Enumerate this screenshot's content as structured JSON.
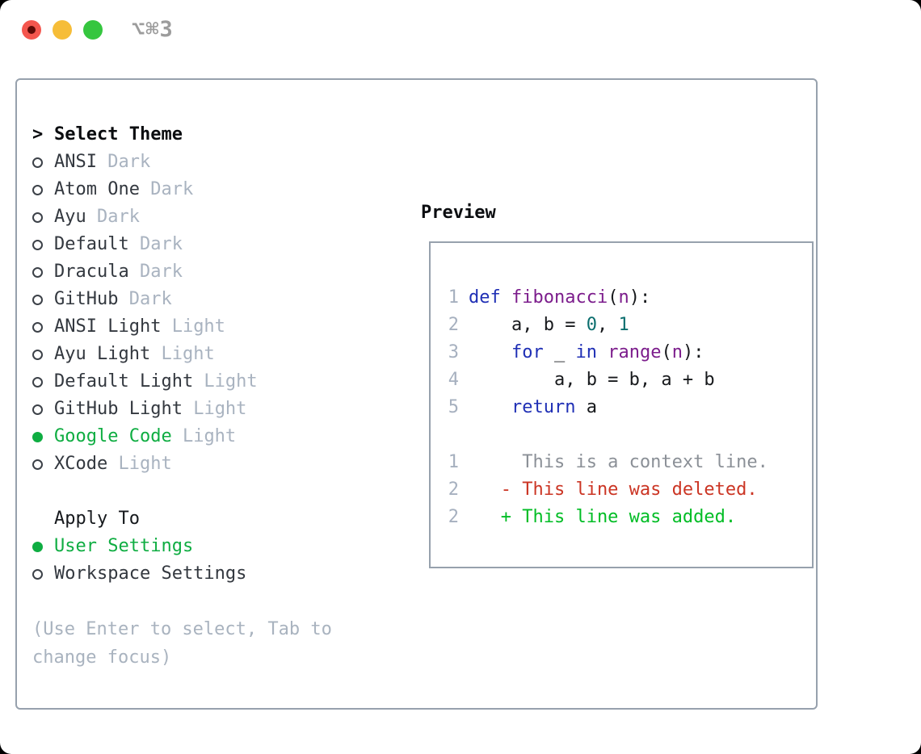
{
  "window": {
    "title_shortcut": "⌥⌘3"
  },
  "colors": {
    "frame": "#97a1ad",
    "accent_green": "#0fad42",
    "text_dark": "#33383f",
    "muted": "#a9b3c0",
    "hint": "#a9b3bf",
    "title_gray": "#9c9c9c",
    "circle_stroke": "#3c4148",
    "lineno": "#a6b0bf",
    "syn_keyword": "#1f2fb5",
    "syn_name": "#7c1d8c",
    "syn_literal": "#0b6e6e",
    "syn_plain": "#17191c",
    "diff_context": "#8b9097",
    "diff_deleted": "#cb3524",
    "diff_added": "#00bd25",
    "tl_red": "#f4564e",
    "tl_red_dot": "#5f0a06",
    "tl_yellow": "#f6bd38",
    "tl_green": "#35c63f"
  },
  "theme_panel": {
    "header_marker": ">",
    "header_label": "Select Theme",
    "themes": [
      {
        "name": "ANSI",
        "variant": "Dark",
        "selected": false
      },
      {
        "name": "Atom One",
        "variant": "Dark",
        "selected": false
      },
      {
        "name": "Ayu",
        "variant": "Dark",
        "selected": false
      },
      {
        "name": "Default",
        "variant": "Dark",
        "selected": false
      },
      {
        "name": "Dracula",
        "variant": "Dark",
        "selected": false
      },
      {
        "name": "GitHub",
        "variant": "Dark",
        "selected": false
      },
      {
        "name": "ANSI Light",
        "variant": "Light",
        "selected": false
      },
      {
        "name": "Ayu Light",
        "variant": "Light",
        "selected": false
      },
      {
        "name": "Default Light",
        "variant": "Light",
        "selected": false
      },
      {
        "name": "GitHub Light",
        "variant": "Light",
        "selected": false
      },
      {
        "name": "Google Code",
        "variant": "Light",
        "selected": true
      },
      {
        "name": "XCode",
        "variant": "Light",
        "selected": false
      }
    ],
    "apply_to_label": "Apply To",
    "apply_to_options": [
      {
        "label": "User Settings",
        "selected": true
      },
      {
        "label": "Workspace Settings",
        "selected": false
      }
    ],
    "hint_lines": [
      "(Use Enter to select, Tab to",
      "change focus)"
    ]
  },
  "preview": {
    "label": "Preview",
    "code_lines": [
      {
        "num": "1",
        "tokens": [
          {
            "t": "kw",
            "s": "def"
          },
          {
            "t": "pl",
            "s": " "
          },
          {
            "t": "fn",
            "s": "fibonacci"
          },
          {
            "t": "pl",
            "s": "("
          },
          {
            "t": "fn",
            "s": "n"
          },
          {
            "t": "pl",
            "s": "):"
          }
        ]
      },
      {
        "num": "2",
        "tokens": [
          {
            "t": "pl",
            "s": "    a, b = "
          },
          {
            "t": "lit",
            "s": "0"
          },
          {
            "t": "pl",
            "s": ", "
          },
          {
            "t": "lit",
            "s": "1"
          }
        ]
      },
      {
        "num": "3",
        "tokens": [
          {
            "t": "pl",
            "s": "    "
          },
          {
            "t": "kw",
            "s": "for"
          },
          {
            "t": "pl",
            "s": " _ "
          },
          {
            "t": "kw",
            "s": "in"
          },
          {
            "t": "pl",
            "s": " "
          },
          {
            "t": "fn",
            "s": "range"
          },
          {
            "t": "pl",
            "s": "("
          },
          {
            "t": "fn",
            "s": "n"
          },
          {
            "t": "pl",
            "s": "):"
          }
        ]
      },
      {
        "num": "4",
        "tokens": [
          {
            "t": "pl",
            "s": "        a, b = b, a + b"
          }
        ]
      },
      {
        "num": "5",
        "tokens": [
          {
            "t": "pl",
            "s": "    "
          },
          {
            "t": "kw",
            "s": "return"
          },
          {
            "t": "pl",
            "s": " a"
          }
        ]
      }
    ],
    "diff_lines": [
      {
        "num": "1",
        "type": "context",
        "text": "     This is a context line."
      },
      {
        "num": "2",
        "type": "deleted",
        "text": "   - This line was deleted."
      },
      {
        "num": "2",
        "type": "added",
        "text": "   + This line was added."
      }
    ]
  }
}
